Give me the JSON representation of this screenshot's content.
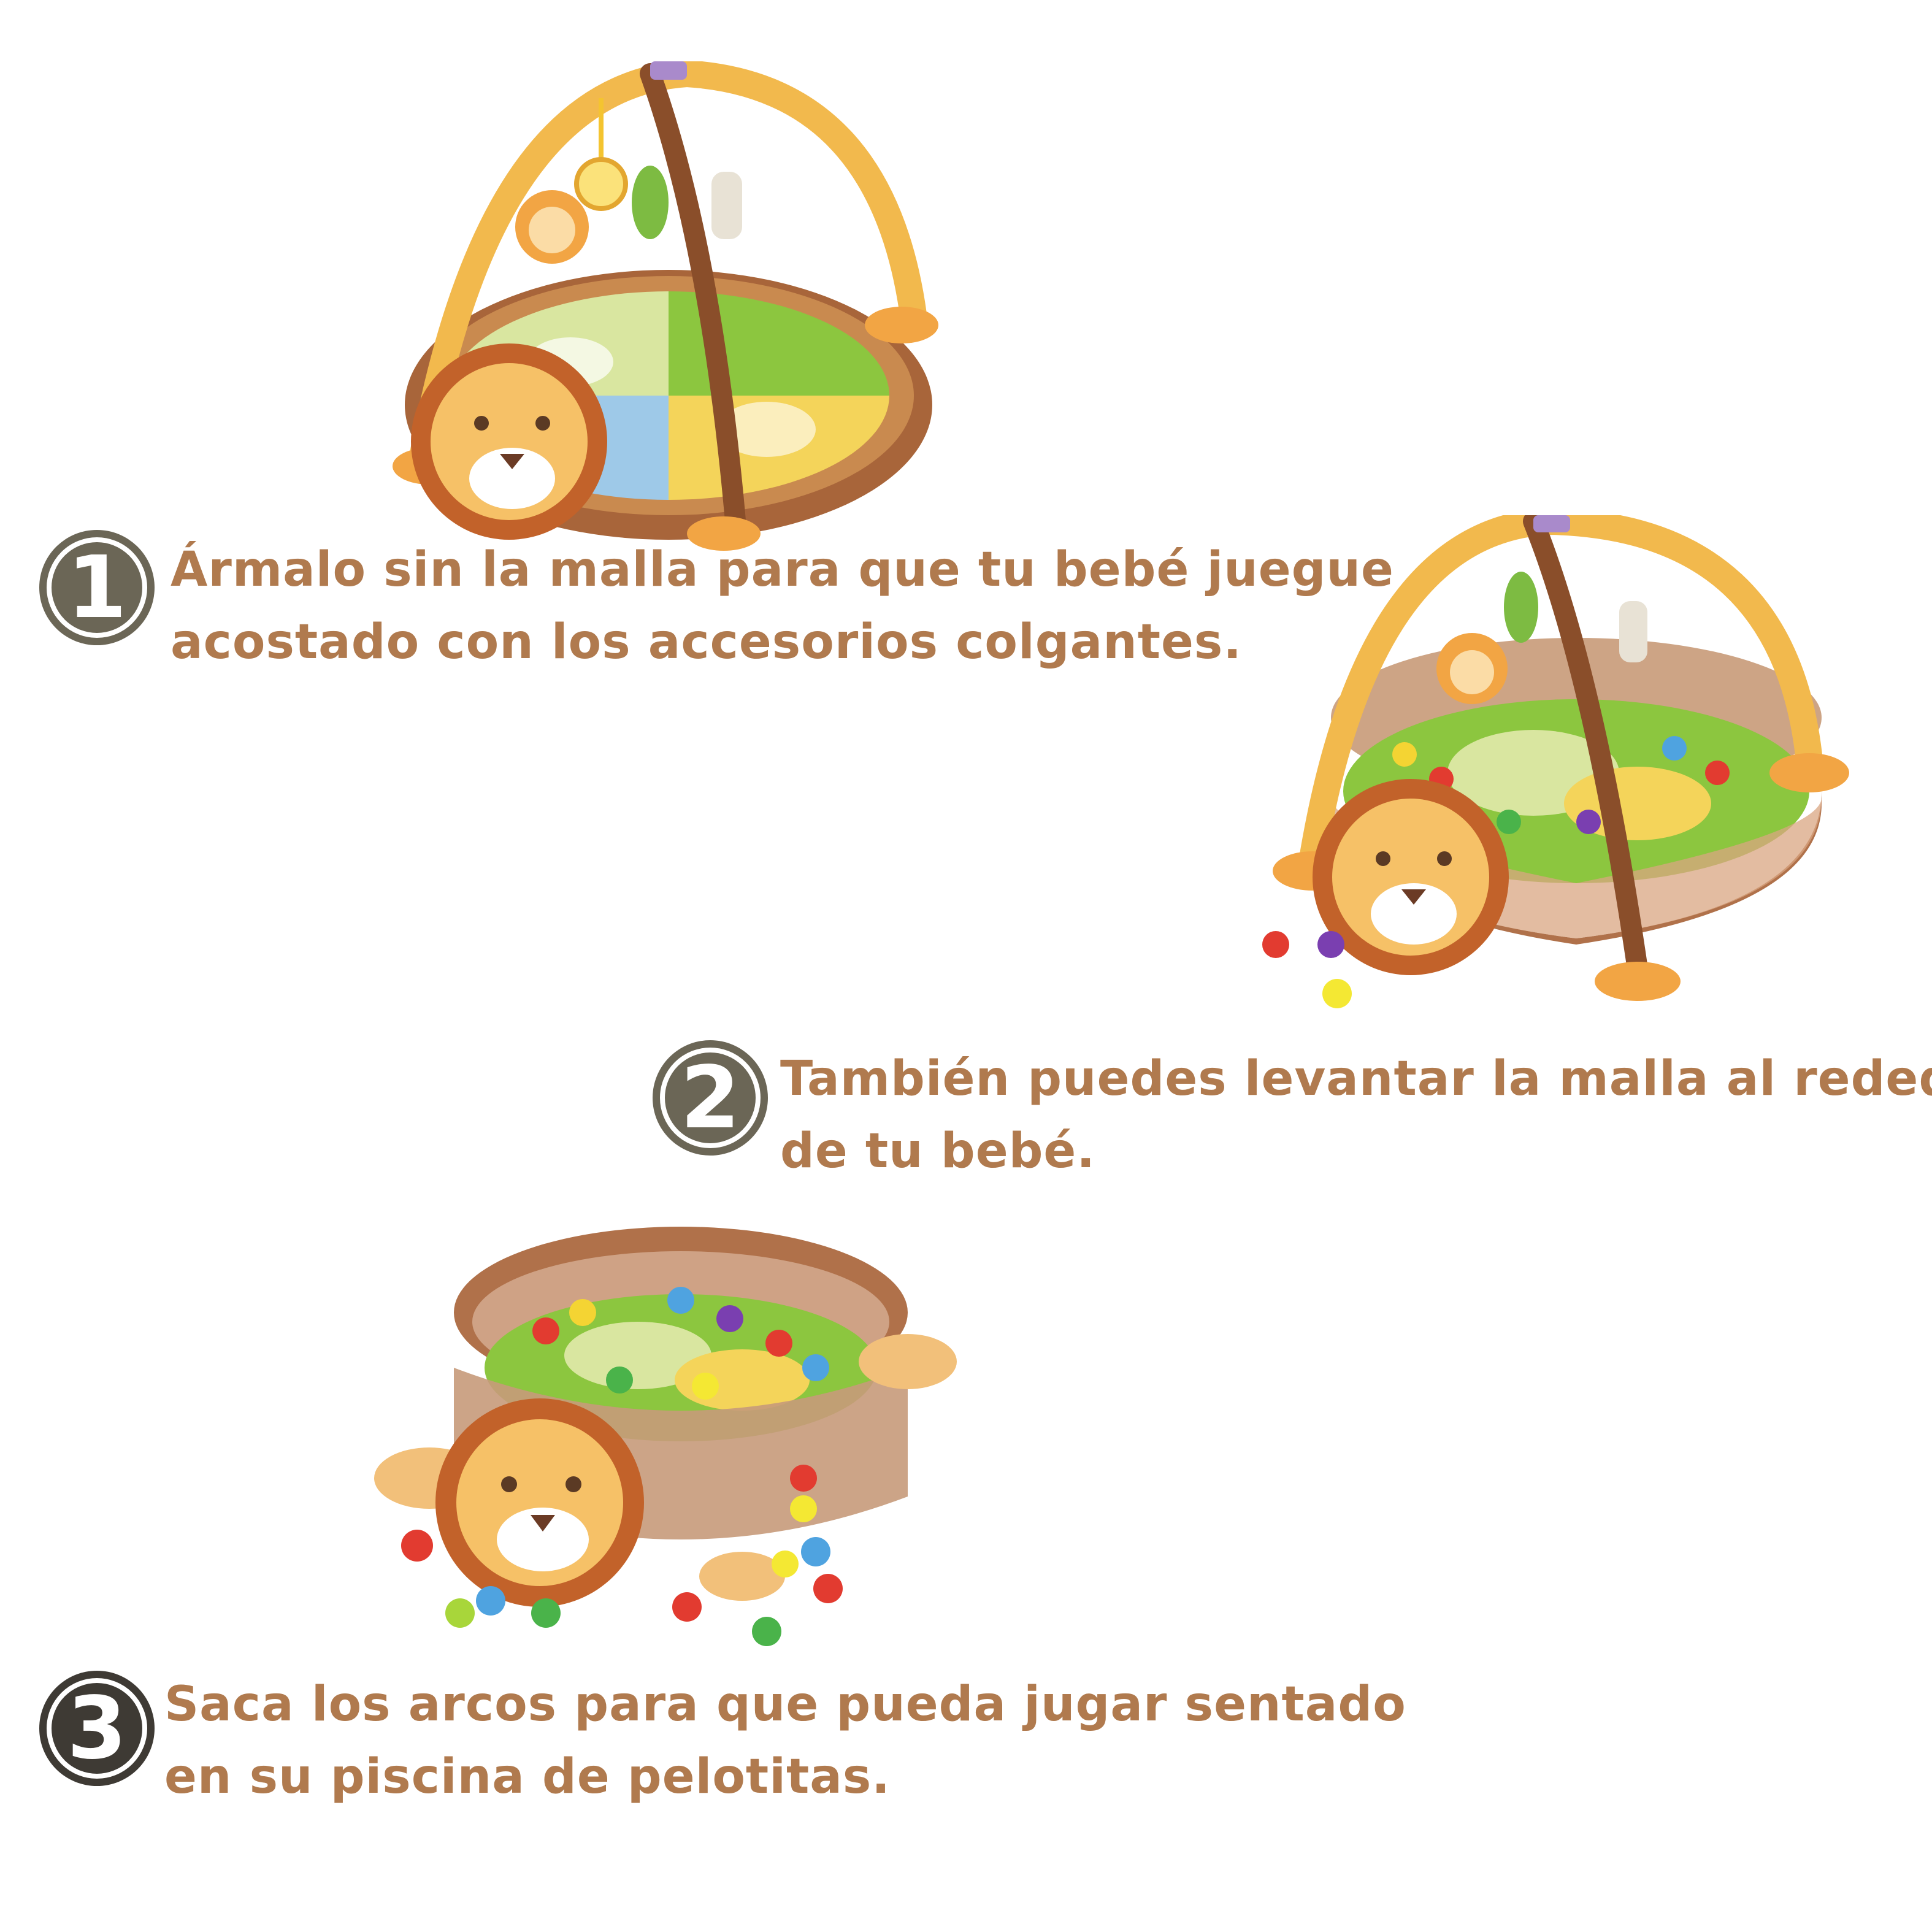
{
  "steps": [
    {
      "number": "1",
      "line1": "Ármalo sin la malla para que tu bebé juegue",
      "line2": "acostado con los accesorios colgantes."
    },
    {
      "number": "2",
      "line1": "También puedes levantar la malla al rededor",
      "line2": "de tu bebé."
    },
    {
      "number": "3",
      "line1": "Saca los arcos para que pueda jugar sentado",
      "line2": "en su piscina de pelotitas."
    }
  ],
  "colors": {
    "caption_text": "#b07a4e",
    "badge_fill": "#6b6656",
    "badge_number": "#ffffff"
  }
}
